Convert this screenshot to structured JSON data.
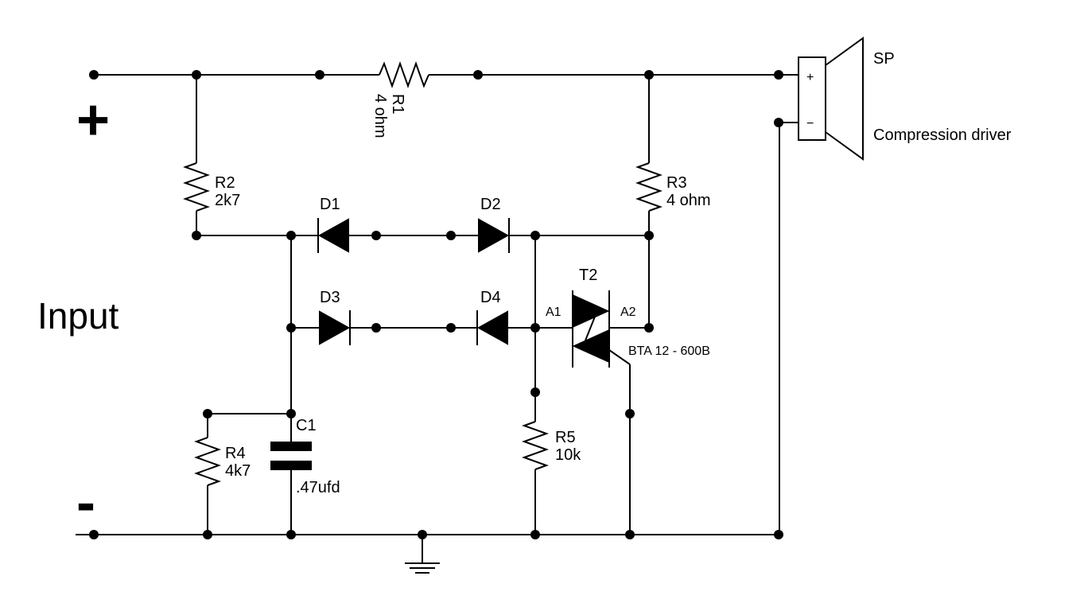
{
  "input_label": "Input",
  "plus_sign": "+",
  "minus_sign": "-",
  "components": {
    "R1": {
      "ref": "R1",
      "value": "4 ohm"
    },
    "R2": {
      "ref": "R2",
      "value": "2k7"
    },
    "R3": {
      "ref": "R3",
      "value": "4 ohm"
    },
    "R4": {
      "ref": "R4",
      "value": "4k7"
    },
    "R5": {
      "ref": "R5",
      "value": "10k"
    },
    "C1": {
      "ref": "C1",
      "value": ".47ufd"
    },
    "D1": {
      "ref": "D1"
    },
    "D2": {
      "ref": "D2"
    },
    "D3": {
      "ref": "D3"
    },
    "D4": {
      "ref": "D4"
    },
    "T2": {
      "ref": "T2",
      "part": "BTA 12 - 600B",
      "pin_a1": "A1",
      "pin_a2": "A2"
    }
  },
  "speaker": {
    "ref": "SP",
    "description": "Compression driver",
    "plus": "+",
    "minus": "−"
  }
}
